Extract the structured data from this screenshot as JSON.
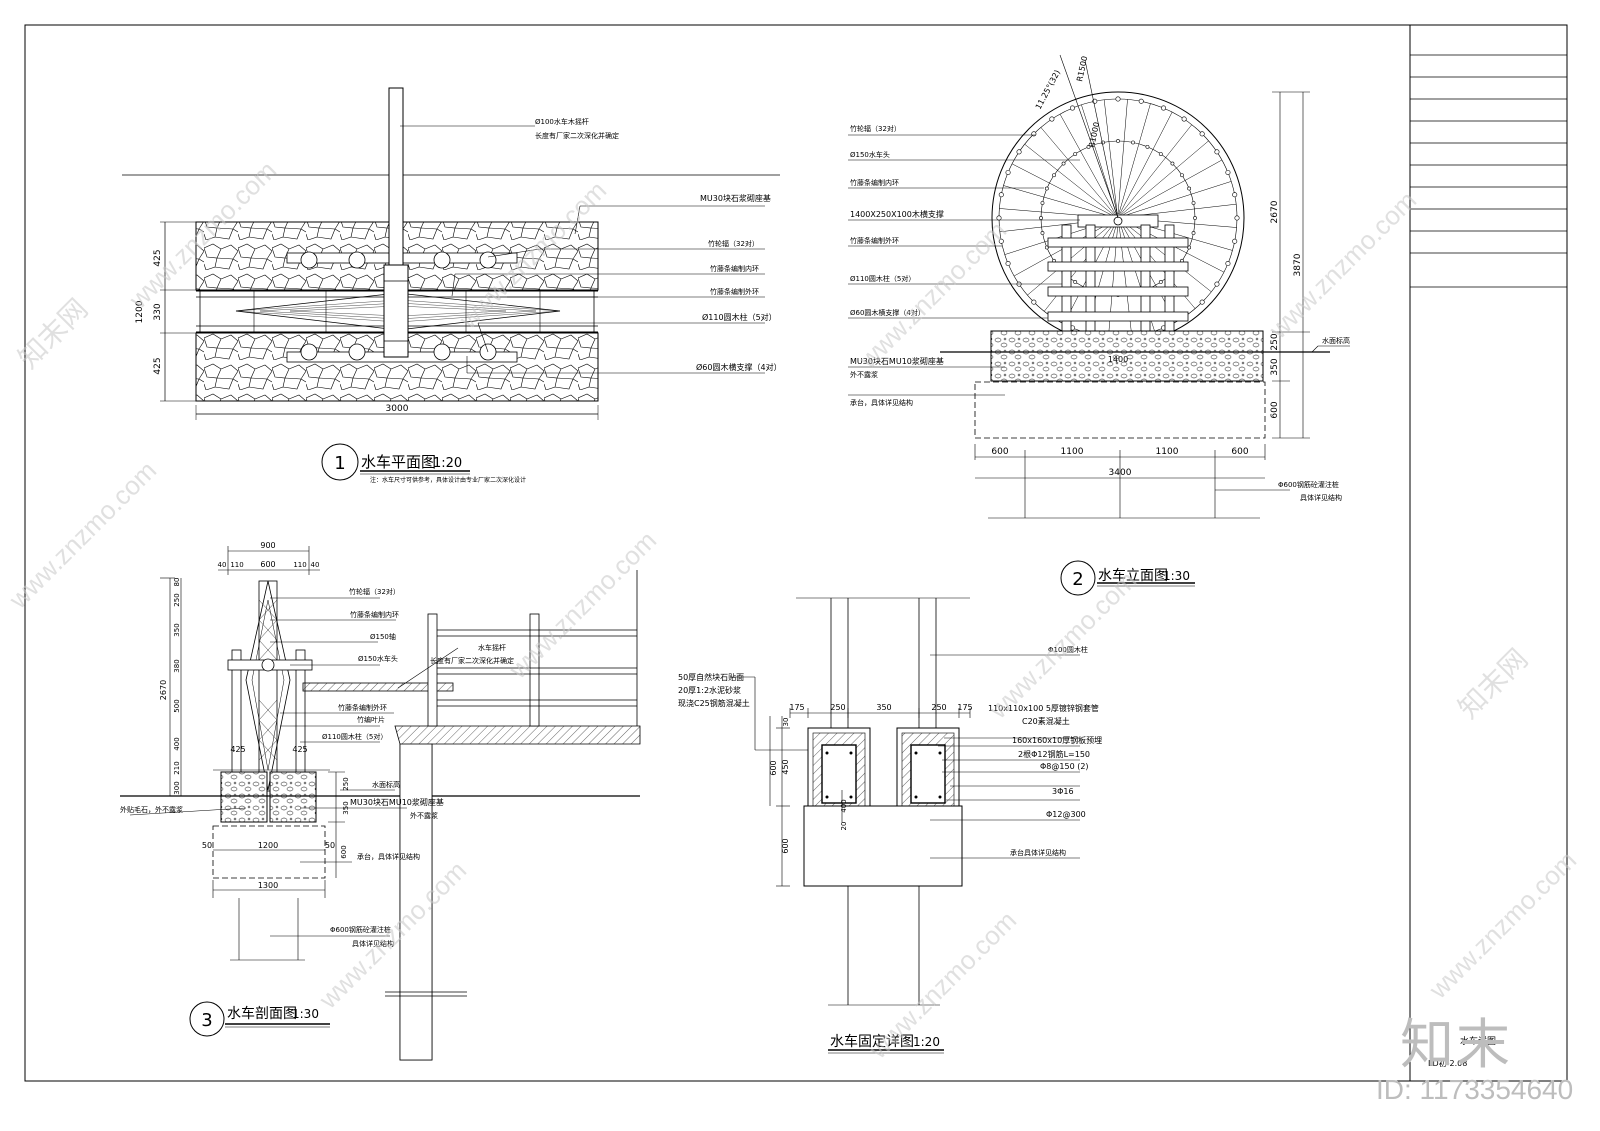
{
  "plan": {
    "title": "水车平面图",
    "scale": "1:20",
    "num": "1",
    "note": "注：水车尺寸可供参考，具体设计由专业厂家二次深化设计",
    "labels": [
      "Ø100水车木摇杆",
      "长度有厂家二次深化并确定",
      "MU30块石浆砌座基",
      "竹轮辐（32对）",
      "竹藤条编制内环",
      "竹藤条编制外环",
      "Ø110圆木柱（5对）",
      "Ø60圆木横支撑（4对）"
    ],
    "dims": {
      "d425a": "425",
      "d330": "330",
      "d425b": "425",
      "d1200": "1200",
      "d3000": "3000"
    }
  },
  "elev": {
    "title": "水车立面图",
    "scale": "1:30",
    "num": "2",
    "labels": [
      "竹轮辐（32对）",
      "Ø150水车头",
      "竹藤条编制内环",
      "1400X250X100木横支撑",
      "竹藤条编制外环",
      "Ø110圆木柱（5对）",
      "Ø60圆木横支撑（4对）",
      "MU30块石MU10浆砌座基",
      "外不露浆",
      "承台，具体详见结构",
      "水面标高",
      "Φ600钢筋砼灌注桩",
      "具体详见结构"
    ],
    "dims": {
      "r1500": "R1500",
      "r1000": "R1000",
      "angle": "11.25°(32)",
      "d2670": "2670",
      "d3870": "3870",
      "d250": "250",
      "d350": "350",
      "d600": "600",
      "b600a": "600",
      "b1100a": "1100",
      "b1100b": "1100",
      "b600b": "600",
      "b3400": "3400",
      "w400": "1400"
    }
  },
  "section": {
    "title": "水车剖面图",
    "scale": "1:30",
    "num": "3",
    "labels": [
      "竹轮辐（32对）",
      "竹藤条编制内环",
      "Ø150轴",
      "Ø150水车头",
      "竹藤条编制外环",
      "竹编叶片",
      "Ø110圆木柱（5对）",
      "水车摇杆",
      "长度有厂家二次深化并确定",
      "水面标高",
      "MU30块石MU10浆砌座基",
      "外不露浆",
      "外贴毛石，外不露浆",
      "承台，具体详见结构",
      "Φ600钢筋砼灌注桩",
      "具体详见结构"
    ],
    "dims": {
      "t900": "900",
      "t40": "40",
      "t110": "110",
      "t600": "600",
      "t110b": "110",
      "t40b": "40",
      "v80": "80",
      "v250": "250",
      "v350": "350",
      "v380": "380",
      "v500": "500",
      "v400": "400",
      "v210": "210",
      "v300": "300",
      "v2670": "2670",
      "h425a": "425",
      "h425b": "425",
      "v250b": "250",
      "v350b": "350",
      "b50a": "50",
      "b1200": "1200",
      "b50b": "50",
      "b1300": "1300",
      "v600": "600"
    }
  },
  "detail": {
    "title": "水车固定详图",
    "scale": "1:20",
    "labels": [
      "50厚自然块石贴面",
      "20厚1:2水泥砂浆",
      "现浇C25钢筋混凝土",
      "Φ100圆木柱",
      "110x110x100 5厚镀锌钢套管",
      "C20素混凝土",
      "160x160x10厚钢板预埋",
      "2根Φ12钢筋L=150",
      "Φ8@150 (2)",
      "3Φ16",
      "Φ12@300",
      "承台具体详见结构"
    ],
    "dims": {
      "h175a": "175",
      "h250a": "250",
      "h350": "350",
      "h250b": "250",
      "h175b": "175",
      "v30": "30",
      "v450": "450",
      "v600": "600",
      "v600b": "600",
      "v20": "20",
      "v400": "400"
    }
  },
  "titleblock": {
    "name": "水车详图",
    "code": "LD初-2.08"
  },
  "watermark": {
    "site": "www.znzmo.com",
    "brand": "知末网",
    "logo": "知末",
    "id": "ID: 1173354640"
  }
}
